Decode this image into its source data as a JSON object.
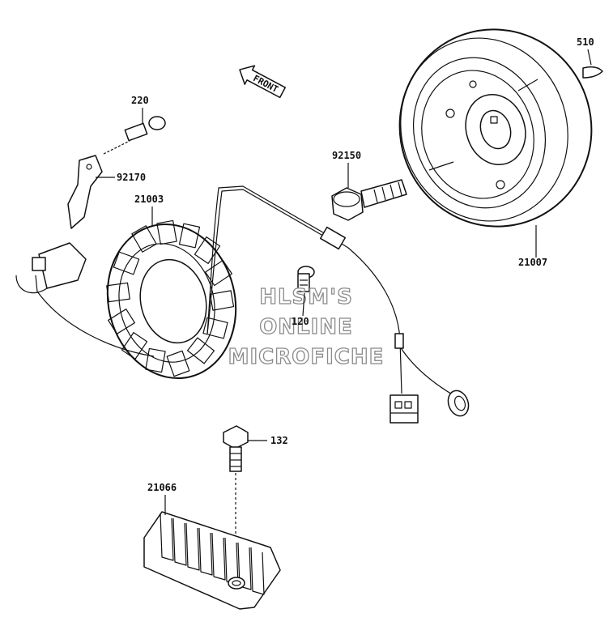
{
  "diagram": {
    "direction_label": "FRONT",
    "watermark": [
      "HLSM'S",
      "ONLINE",
      "MICROFICHE"
    ],
    "parts": [
      {
        "id": "p220",
        "number": "220"
      },
      {
        "id": "p92170",
        "number": "92170"
      },
      {
        "id": "p21003",
        "number": "21003"
      },
      {
        "id": "p92150",
        "number": "92150"
      },
      {
        "id": "p510",
        "number": "510"
      },
      {
        "id": "p21007",
        "number": "21007"
      },
      {
        "id": "p120",
        "number": "120"
      },
      {
        "id": "p132",
        "number": "132"
      },
      {
        "id": "p21066",
        "number": "21066"
      }
    ]
  }
}
